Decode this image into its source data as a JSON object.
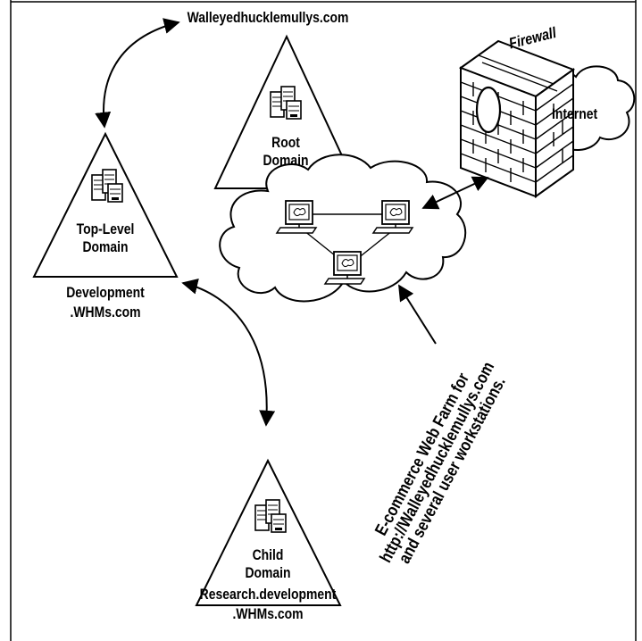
{
  "domains": {
    "root": {
      "name": "Walleyedhucklemullys.com",
      "line1": "Root",
      "line2": "Domain"
    },
    "top_level": {
      "line1": "Top-Level",
      "line2": "Domain",
      "name1": "Development",
      "name2": ".WHMs.com"
    },
    "child": {
      "line1": "Child",
      "line2": "Domain",
      "name1": "Research.development",
      "name2": ".WHMs.com"
    }
  },
  "network": {
    "firewall_label": "Firewall",
    "internet_label": "Internet",
    "note_lines": [
      "E-commerce Web Farm for",
      "http://Walleyedhucklemullys.com",
      "and several user workstations."
    ]
  }
}
